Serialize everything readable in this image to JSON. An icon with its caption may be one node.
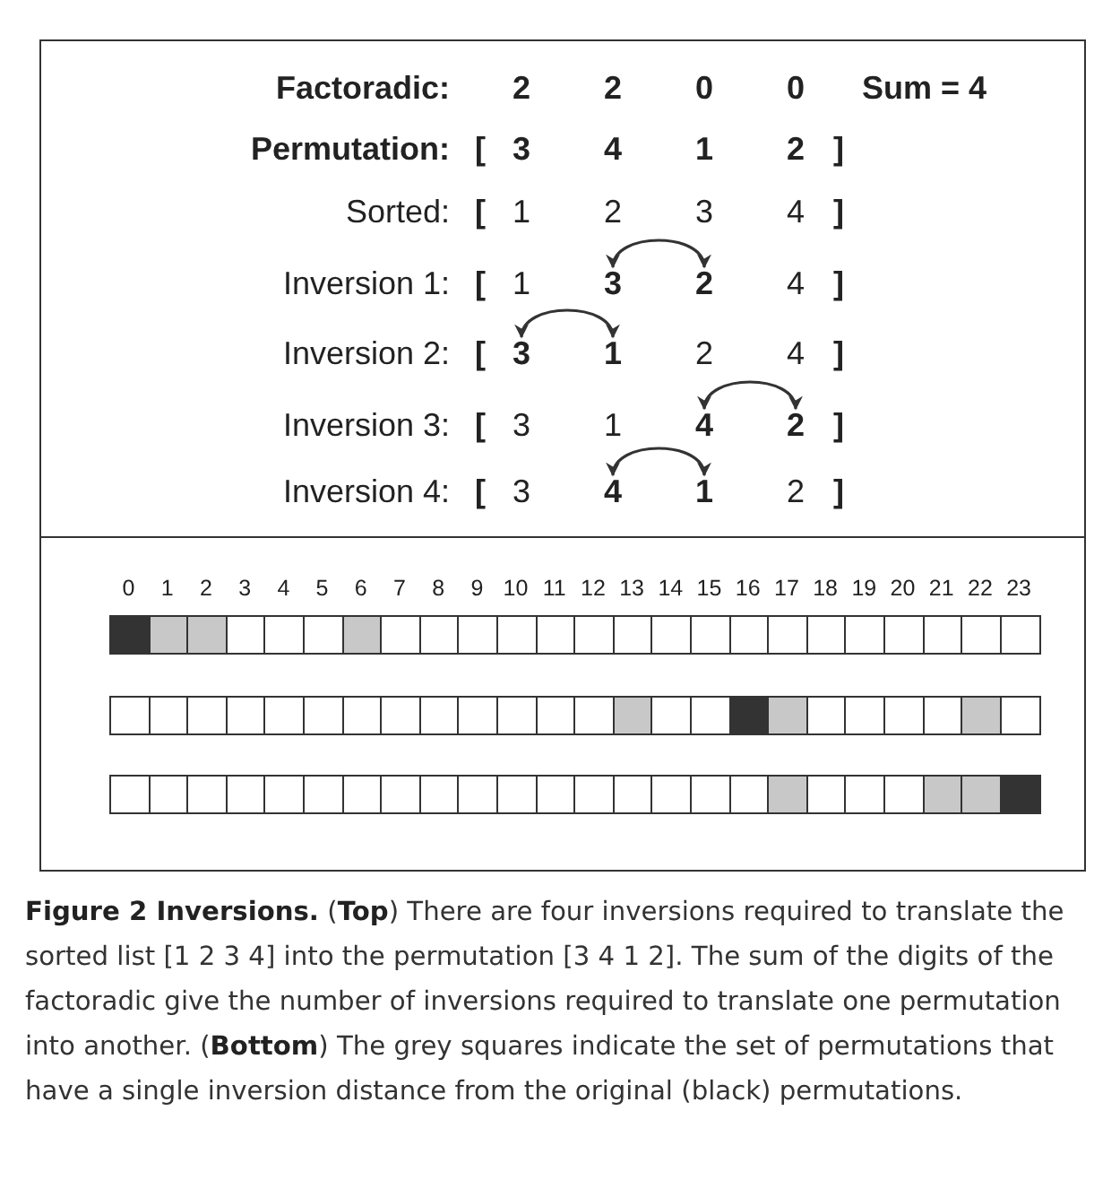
{
  "diagram": {
    "caption": "**Figure 2 Inversions.** (**Top**) There are four inversions required to translate the sorted list [1 2 3 4] into the permutation [3 4 1 2]. The sum of the digits of the factoradic give the number of inversions required to translate one permutation into another. (**Bottom**) The grey squares indicate the set of permutations that have a single inversion distance from the original (black) permutations.",
    "nodes": [
      {
        "text": [
          "3"
        ]
      },
      {
        "text": [
          "2"
        ]
      },
      {
        "text": [
          "3"
        ]
      },
      {
        "text": [
          "1"
        ]
      },
      {
        "text": [
          "4"
        ]
      },
      {
        "text": [
          "2"
        ]
      },
      {
        "text": [
          "4"
        ]
      },
      {
        "text": [
          "1"
        ]
      }
    ],
    "edges": [
      {
        "from": 0,
        "to": 1,
        "arrow": "both"
      },
      {
        "from": 2,
        "to": 3,
        "arrow": "both"
      },
      {
        "from": 4,
        "to": 5,
        "arrow": "both"
      },
      {
        "from": 6,
        "to": 7,
        "arrow": "both"
      }
    ],
    "labels": [
      "Factoradic:",
      "2",
      "2",
      "0",
      "0",
      "Sum = 4",
      "Permutation:",
      "[",
      "3",
      "4",
      "1",
      "2",
      "]",
      "Sorted:",
      "[",
      "1",
      "2",
      "3",
      "4",
      "]",
      "Inversion 1:",
      "[",
      "1",
      "4",
      "]",
      "Inversion 2:",
      "[",
      "2",
      "4",
      "]",
      "Inversion 3:",
      "[",
      "3",
      "1",
      "]",
      "Inversion 4:",
      "[",
      "3",
      "2",
      "]",
      "0",
      "1",
      "2",
      "3",
      "4",
      "5",
      "6",
      "7",
      "8",
      "9",
      "10",
      "11",
      "12",
      "13",
      "14",
      "15",
      "16",
      "17",
      "18",
      "19",
      "20",
      "21",
      "22",
      "23"
    ]
  }
}
